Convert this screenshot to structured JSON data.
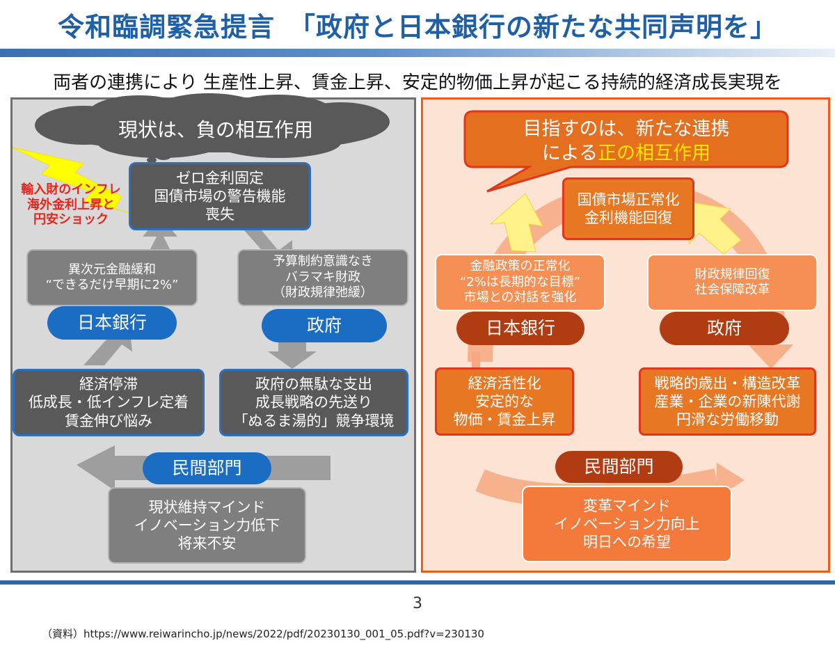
{
  "header": {
    "title": "令和臨調緊急提言　「政府と日本銀行の新たな共同声明を」",
    "subtitle": "両者の連携により 生産性上昇、賃金上昇、安定的物価上昇が起こる持続的経済成長実現を"
  },
  "left_panel": {
    "cloud_title": "現状は、負の相互作用",
    "shock_label": "輸入財のインフレ\n海外金利上昇と\n円安ショック",
    "top_box": "ゼロ金利固定\n国債市場の警告機能\n喪失",
    "boj_policy": "異次元金融緩和\n“できるだけ早期に2%”",
    "gov_policy": "予算制約意識なき\nバラマキ財政\n（財政規律弛緩）",
    "boj_label": "日本銀行",
    "gov_label": "政府",
    "left_box": "経済停滞\n低成長・低インフレ定着\n賃金伸び悩み",
    "right_box": "政府の無駄な支出\n成長戦略の先送り\n「ぬるま湯的」競争環境",
    "private_label": "民間部門",
    "bottom_box": "現状維持マインド\nイノベーション力低下\n将来不安"
  },
  "right_panel": {
    "bubble_line1": "目指すのは、新たな連携",
    "bubble_line2_prefix": "による",
    "bubble_line2_highlight": "正の相互作用",
    "top_box": "国債市場正常化\n金利機能回復",
    "boj_policy": "金融政策の正常化\n“2%は長期的な目標”\n市場との対話を強化",
    "gov_policy": "財政規律回復\n社会保障改革",
    "boj_label": "日本銀行",
    "gov_label": "政府",
    "left_box": "経済活性化\n安定的な\n物価・賃金上昇",
    "right_box": "戦略的歳出・構造改革\n産業・企業の新陳代謝\n円滑な労働移動",
    "private_label": "民間部門",
    "bottom_box": "変革マインド\nイノベーション力向上\n明日への希望"
  },
  "footer": {
    "page_number": "3",
    "source": "（資料）https://www.reiwarincho.jp/news/2022/pdf/20230130_001_05.pdf?v=230130"
  },
  "colors": {
    "title_blue": "#1f5fa6",
    "left_bg": "#d9d9d9",
    "right_bg": "#fde3d3",
    "accent_orange": "#f05a1a",
    "oval_blue": "#1a6dc2",
    "oval_red": "#b23c12",
    "highlight_yellow": "#ffe600"
  }
}
